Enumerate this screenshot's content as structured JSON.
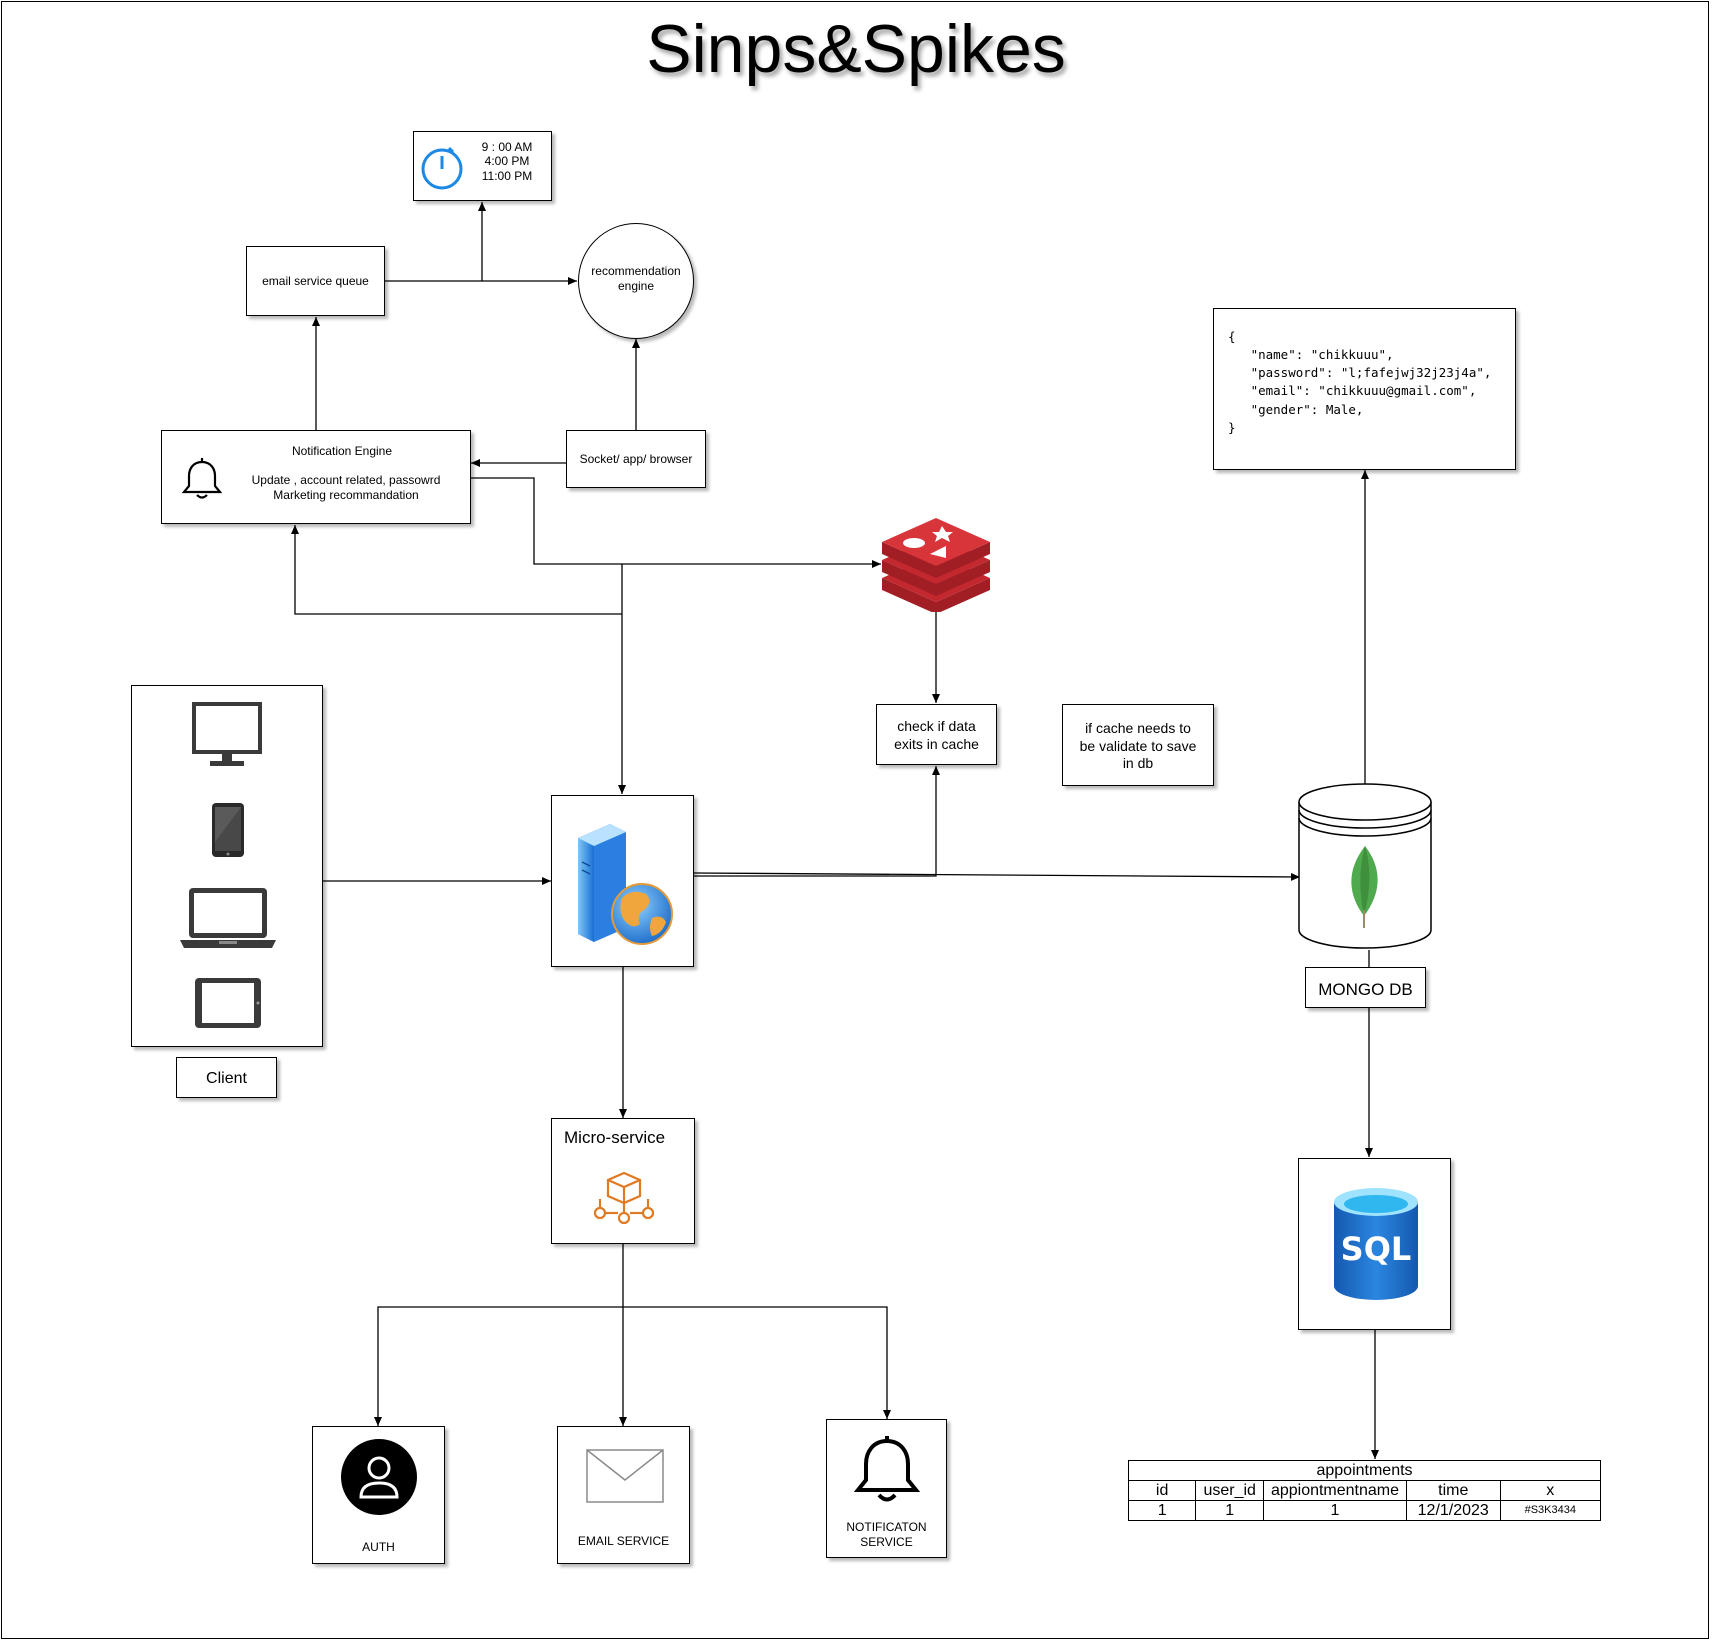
{
  "title": "Sinps&Spikes",
  "schedule": {
    "times": [
      "9 : 00 AM",
      "4:00 PM",
      "11:00 PM"
    ],
    "icon": "clock-icon"
  },
  "email_queue": {
    "label": "email service queue"
  },
  "recommendation": {
    "label": "recommendation\nengine"
  },
  "notification_engine": {
    "title": "Notification Engine",
    "body": "Update , account related, passowrd\nMarketing recommandation",
    "icon": "bell-icon"
  },
  "socket": {
    "label": "Socket/ app/ browser"
  },
  "redis": {
    "icon": "redis-icon",
    "color": "#c3282e"
  },
  "cache_check": {
    "label": "check if data\nexits in cache"
  },
  "cache_validate": {
    "label": "if cache needs to\nbe validate to save\nin db"
  },
  "json_doc": {
    "text": "{\n   \"name\": \"chikkuuu\",\n   \"password\": \"l;fafejwj32j23j4a\",\n   \"email\": \"chikkuuu@gmail.com\",\n   \"gender\": Male,\n}"
  },
  "client": {
    "label": "Client",
    "devices": [
      "monitor-icon",
      "phone-icon",
      "laptop-icon",
      "tablet-icon"
    ]
  },
  "server": {
    "icon": "web-server-icon"
  },
  "mongo": {
    "label": "MONGO DB",
    "icon": "mongodb-leaf-icon",
    "color": "#4fa94d"
  },
  "sql": {
    "label": "SQL",
    "icon": "sql-database-icon",
    "color": "#1d6fc9"
  },
  "microservice": {
    "label": "Micro-service",
    "icon": "microservice-icon",
    "color": "#e07a23"
  },
  "services": {
    "auth": "AUTH",
    "email": "EMAIL SERVICE",
    "notification": "NOTIFICATON\nSERVICE"
  },
  "appointments": {
    "title": "appointments",
    "columns": [
      "id",
      "user_id",
      "appiontmentname",
      "time",
      "x"
    ],
    "row": [
      "1",
      "1",
      "1",
      "12/1/2023",
      "#S3K3434"
    ]
  }
}
